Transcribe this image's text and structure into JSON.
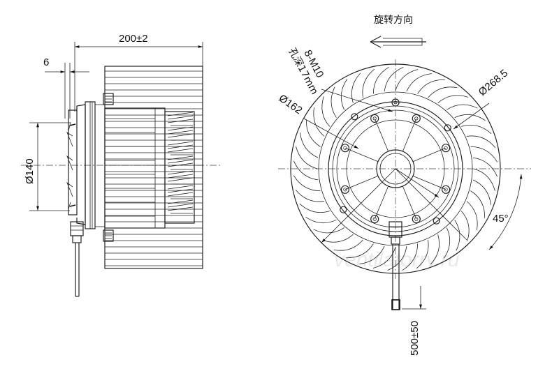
{
  "side_view": {
    "width_dim": "200±2",
    "flange_dim": "6",
    "diameter_dim": "Ø140"
  },
  "front_view": {
    "rotation_label": "旋转方向",
    "holes_label": "8-M10",
    "hole_depth_label": "孔深17mm",
    "outer_diameter_dim": "Ø268.5",
    "inner_diameter_dim": "Ø162",
    "angle_dim": "45°",
    "cable_length_dim": "500±50"
  },
  "watermark": "ventilatorry.ru"
}
